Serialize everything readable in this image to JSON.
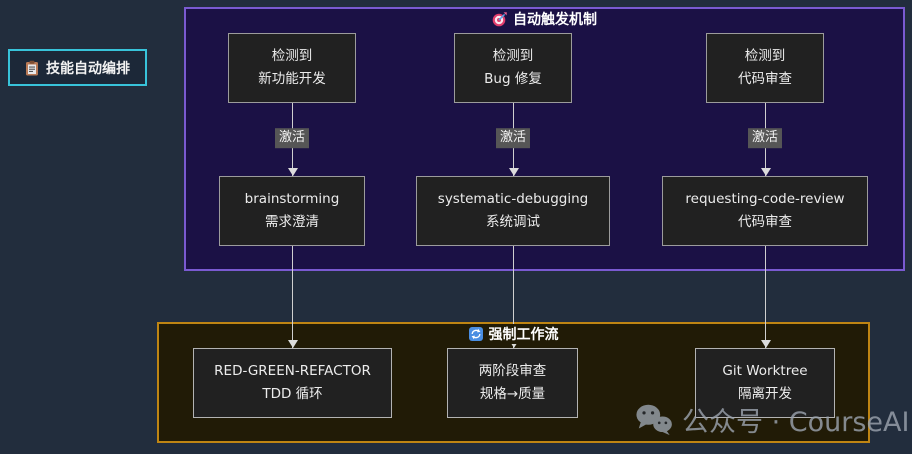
{
  "colors": {
    "page-bg": "#222d3d",
    "panel-purple-bg": "#1b1145",
    "panel-purple-border": "#7a5ad1",
    "panel-orange-bg": "#211b06",
    "panel-orange-border": "#bf8513",
    "node-bg": "#212121",
    "node-border": "#9c9c9c",
    "arrow": "#cfcfcf",
    "edge-label-bg": "#565656",
    "badge-border": "#38c3da",
    "badge-bg": "#1c2838",
    "text-light": "#ececec",
    "watermark": "#9aa2ad"
  },
  "badge": {
    "icon": "clipboard-icon",
    "label": "技能自动编排"
  },
  "trigger_section": {
    "icon": "dart-target-icon",
    "title": "自动触发机制",
    "columns": [
      {
        "detect_line1": "检测到",
        "detect_line2": "新功能开发",
        "edge_label": "激活",
        "skill_line1": "brainstorming",
        "skill_line2": "需求澄清"
      },
      {
        "detect_line1": "检测到",
        "detect_line2": "Bug 修复",
        "edge_label": "激活",
        "skill_line1": "systematic-debugging",
        "skill_line2": "系统调试"
      },
      {
        "detect_line1": "检测到",
        "detect_line2": "代码审查",
        "edge_label": "激活",
        "skill_line1": "requesting-code-review",
        "skill_line2": "代码审查"
      }
    ]
  },
  "workflow_section": {
    "icon": "refresh-icon",
    "title": "强制工作流",
    "nodes": [
      {
        "line1": "RED-GREEN-REFACTOR",
        "line2": "TDD 循环"
      },
      {
        "line1": "两阶段审查",
        "line2": "规格→质量"
      },
      {
        "line1": "Git Worktree",
        "line2": "隔离开发"
      }
    ]
  },
  "watermark": {
    "icon": "wechat-icon",
    "text": "公众号 · CourseAI"
  }
}
